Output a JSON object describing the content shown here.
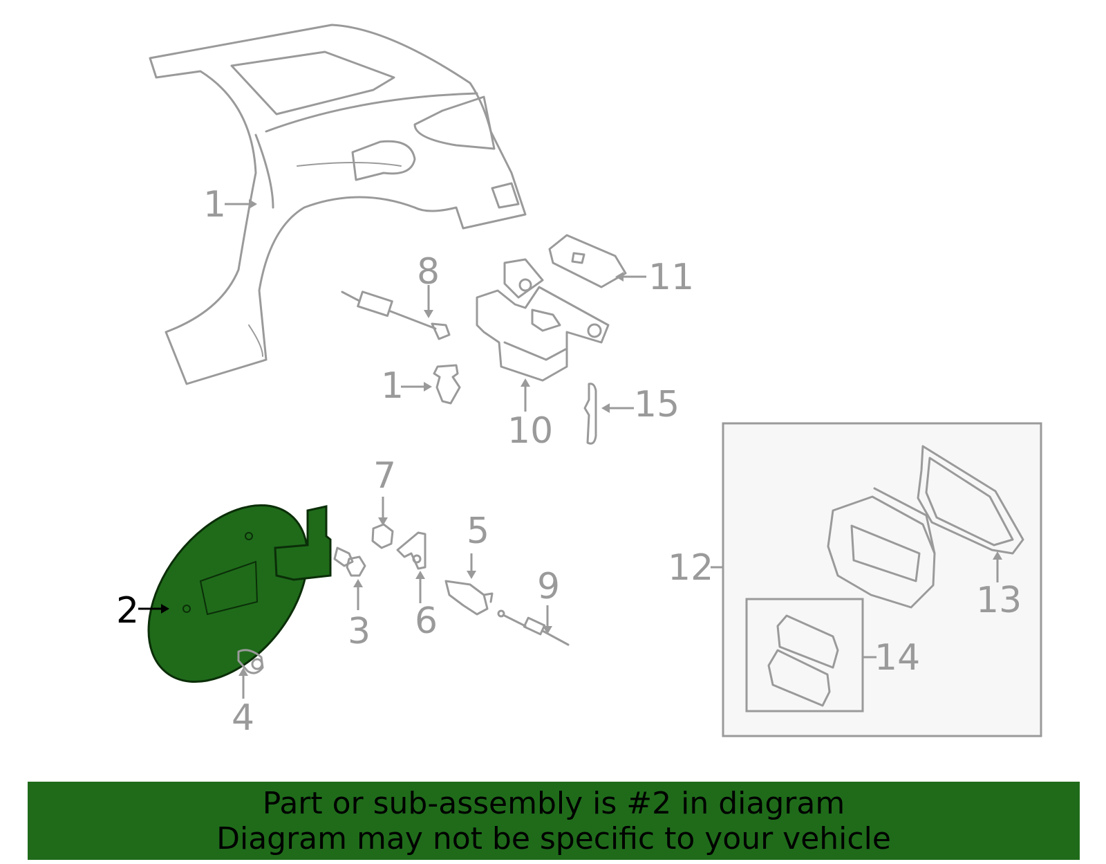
{
  "callouts": {
    "c1a": "1",
    "c1b": "1",
    "c2": "2",
    "c3": "3",
    "c4": "4",
    "c5": "5",
    "c6": "6",
    "c7": "7",
    "c8": "8",
    "c9": "9",
    "c10": "10",
    "c11": "11",
    "c12": "12",
    "c13": "13",
    "c14": "14",
    "c15": "15"
  },
  "banner": {
    "line1": "Part or sub-assembly is #2 in diagram",
    "line2": "Diagram may not be specific to your vehicle"
  },
  "colors": {
    "highlight": "#1f6b1a",
    "line": "#9a9a9a"
  }
}
